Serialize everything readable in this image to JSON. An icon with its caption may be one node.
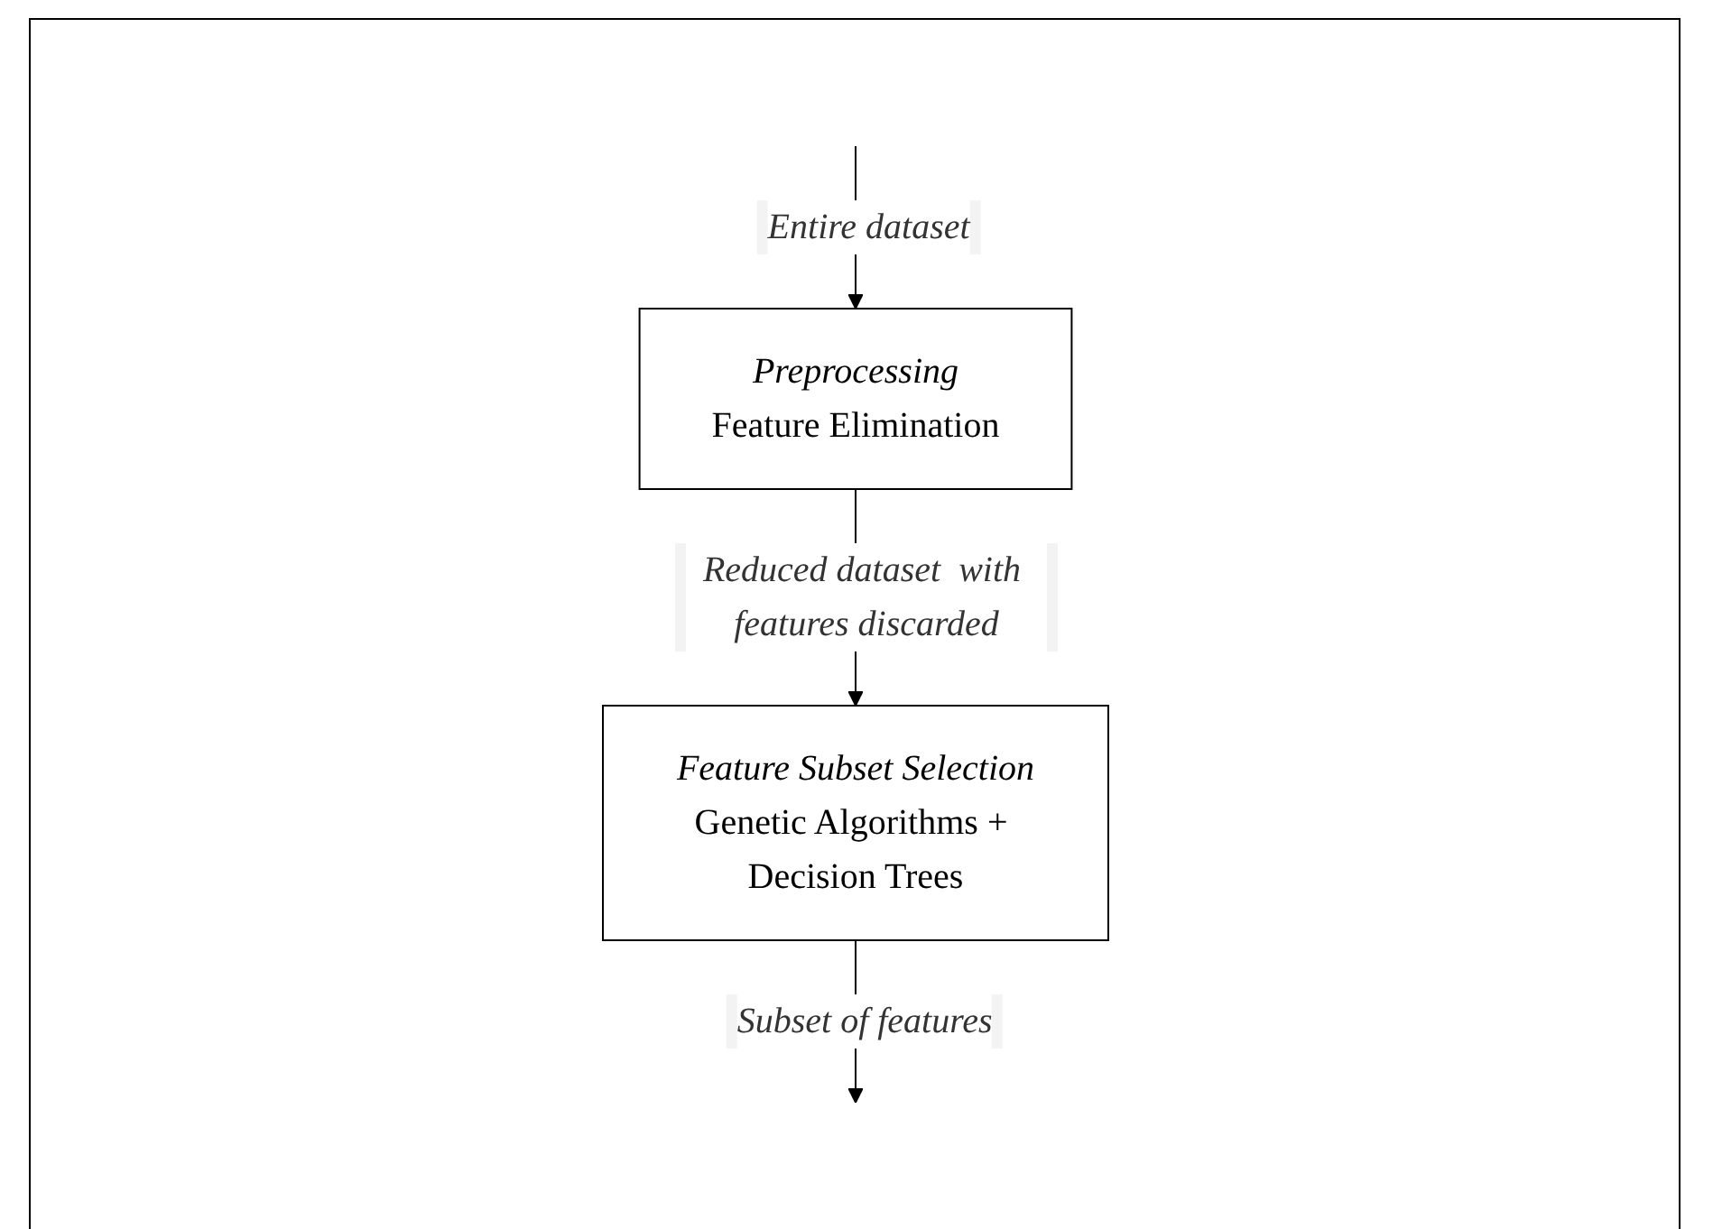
{
  "diagram": {
    "nodes": [
      {
        "text": [
          "Preprocessing",
          "Feature Elimination"
        ]
      },
      {
        "text": [
          "Feature Subset Selection",
          "Genetic Algorithms + Decision Trees"
        ]
      }
    ],
    "edges": [
      {
        "from": null,
        "to": 0,
        "arrow": "to",
        "label": "Entire dataset"
      },
      {
        "from": 0,
        "to": 1,
        "arrow": "to",
        "label": "Reduced dataset  with features discarded"
      },
      {
        "from": 1,
        "to": null,
        "arrow": "to",
        "label": "Subset of features"
      }
    ]
  }
}
